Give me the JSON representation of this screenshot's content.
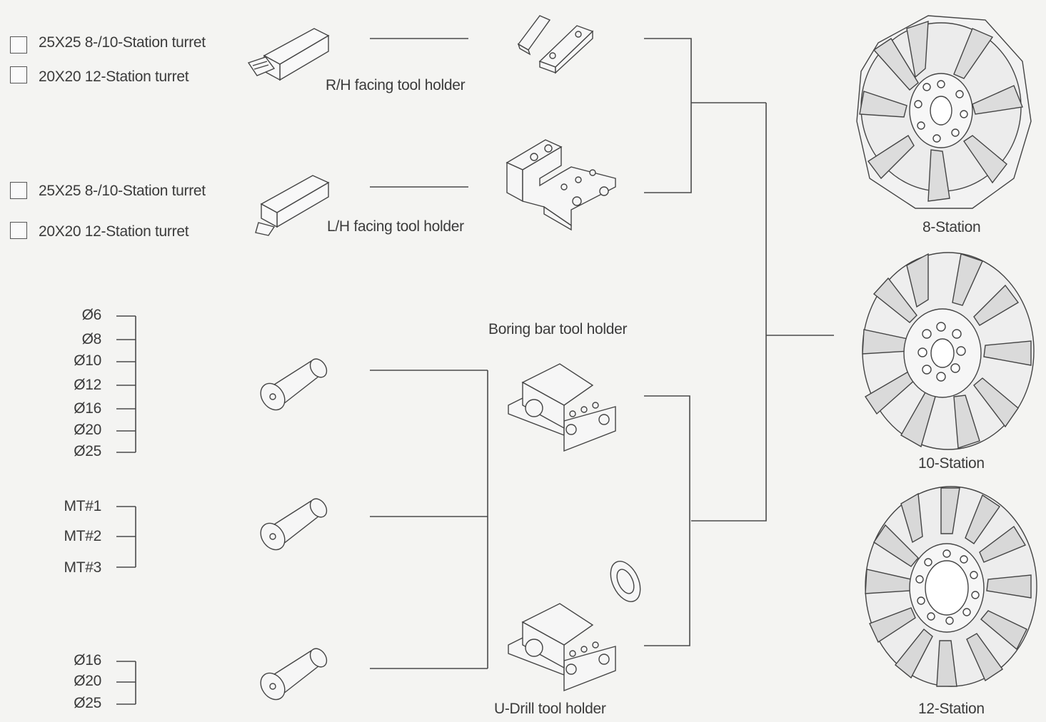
{
  "options_rh": [
    {
      "label": "25X25 8-/10-Station turret"
    },
    {
      "label": "20X20 12-Station turret"
    }
  ],
  "options_lh": [
    {
      "label": "25X25 8-/10-Station turret"
    },
    {
      "label": "20X20 12-Station turret"
    }
  ],
  "holders": {
    "rh": "R/H facing tool holder",
    "lh": "L/H facing tool holder",
    "boring": "Boring bar tool holder",
    "udrill": "U-Drill tool holder"
  },
  "sleeve_sizes_a": [
    "Ø6",
    "Ø8",
    "Ø10",
    "Ø12",
    "Ø16",
    "Ø20",
    "Ø25"
  ],
  "sleeve_sizes_mt": [
    "MT#1",
    "MT#2",
    "MT#3"
  ],
  "sleeve_sizes_b": [
    "Ø16",
    "Ø20",
    "Ø25"
  ],
  "turrets": [
    "8-Station",
    "10-Station",
    "12-Station"
  ],
  "colors": {
    "line": "#4a4a4a",
    "text": "#3b3b3b",
    "background": "#f4f4f2"
  }
}
